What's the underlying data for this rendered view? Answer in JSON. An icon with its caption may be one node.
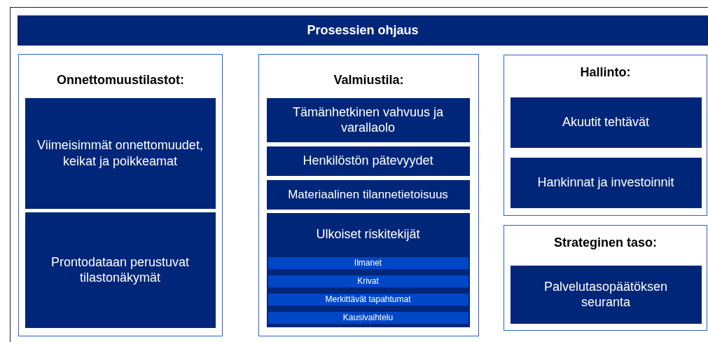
{
  "diagram": {
    "nodes": [
      {
        "text": [
          "Prosessien ohjaus"
        ]
      },
      {
        "text": [
          "Onnettomuustilastot:"
        ]
      },
      {
        "text": [
          "Viimeisimmät onnettomuudet, keikat ja poikkeamat"
        ],
        "in": 1
      },
      {
        "text": [
          "Prontodataan perustuvat tilastonäkymät"
        ],
        "in": 1
      },
      {
        "text": [
          "Valmiustila:"
        ]
      },
      {
        "text": [
          "Tämänhetkinen vahvuus ja varallaolo"
        ],
        "in": 4
      },
      {
        "text": [
          "Henkilöstön pätevyydet"
        ],
        "in": 4
      },
      {
        "text": [
          "Materiaalinen tilannetietoisuus"
        ],
        "in": 4
      },
      {
        "text": [
          "Ulkoiset riskitekijät"
        ],
        "in": 4
      },
      {
        "text": [
          "Ilmanet"
        ],
        "in": 8
      },
      {
        "text": [
          "Krivat"
        ],
        "in": 8
      },
      {
        "text": [
          "Merkittävät tapahtumat"
        ],
        "in": 8
      },
      {
        "text": [
          "Kausivaihtelu"
        ],
        "in": 8
      },
      {
        "text": [
          "Hallinto:"
        ]
      },
      {
        "text": [
          "Akuutit tehtävät"
        ],
        "in": 13
      },
      {
        "text": [
          "Hankinnat ja investoinnit"
        ],
        "in": 13
      },
      {
        "text": [
          "Strateginen taso:"
        ]
      },
      {
        "text": [
          "Palvelutasopäätöksen seuranta"
        ],
        "in": 16
      }
    ]
  }
}
